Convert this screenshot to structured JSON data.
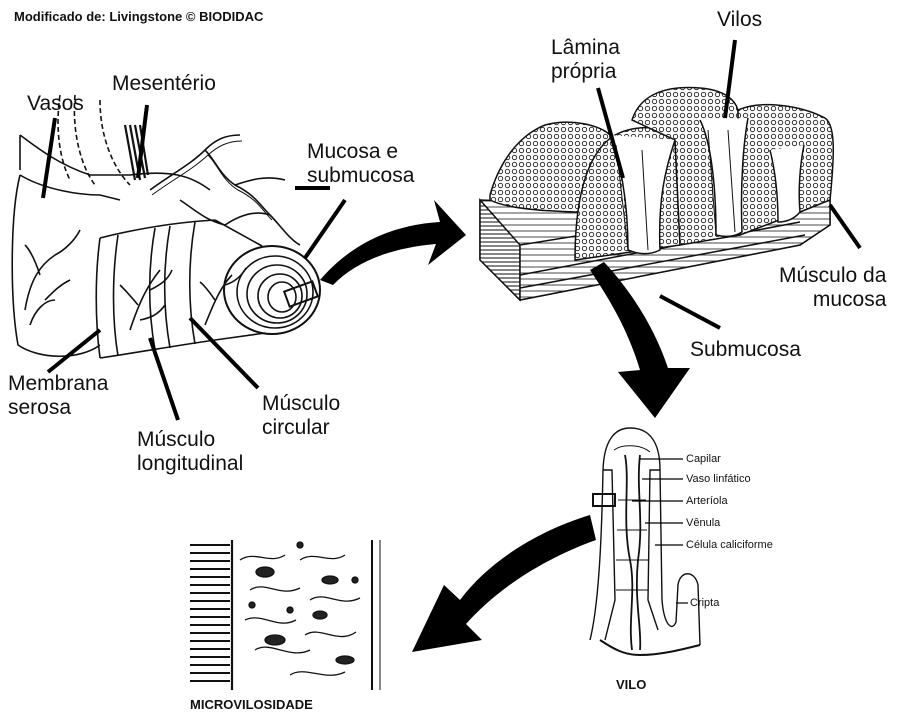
{
  "credit": "Modificado de: Livingstone © BIODIDAC",
  "intestine_labels": {
    "vasos": "Vasos",
    "mesenterio": "Mesentério",
    "mucosa_submucosa": [
      "Mucosa e",
      "submucosa"
    ],
    "membrana_serosa": [
      "Membrana",
      "serosa"
    ],
    "musculo_longitudinal": [
      "Músculo",
      "longitudinal"
    ],
    "musculo_circular": [
      "Músculo",
      "circular"
    ]
  },
  "wall_labels": {
    "lamina_propria": [
      "Lâmina",
      "própria"
    ],
    "vilos": "Vilos",
    "musculo_da_mucosa": [
      "Músculo da",
      "mucosa"
    ],
    "submucosa": "Submucosa"
  },
  "villus_labels": {
    "capilar": "Capilar",
    "vaso_linfatico": "Vaso linfático",
    "arteriola": "Arteríola",
    "venula": "Vênula",
    "celula_caliciforme": "Célula caliciforme",
    "cripta": "Cripta",
    "title": "VILO"
  },
  "microvilli_labels": {
    "title": "MICROVILOSIDADE"
  }
}
